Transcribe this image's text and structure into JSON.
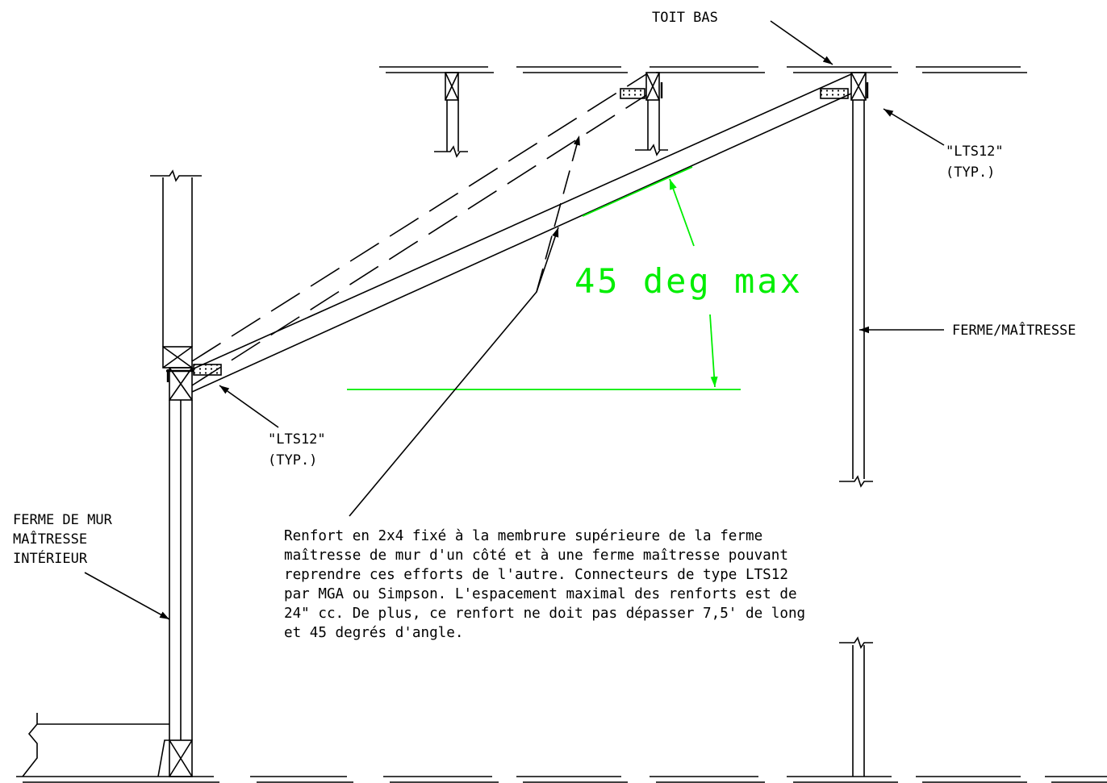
{
  "labels": {
    "toit_bas": "TOIT BAS",
    "lts_top_line1": "\"LTS12\"",
    "lts_top_line2": "(TYP.)",
    "lts_left_line1": "\"LTS12\"",
    "lts_left_line2": "(TYP.)",
    "ferme_maitresse": "FERME/MAÎTRESSE",
    "ferme_mur_line1": "FERME DE MUR",
    "ferme_mur_line2": "MAÎTRESSE",
    "ferme_mur_line3": "INTÉRIEUR",
    "angle": "45 deg max"
  },
  "note": [
    "Renfort en 2x4 fixé à la membrure supérieure de la ferme",
    "maîtresse de mur d'un côté et à une ferme maîtresse pouvant",
    "reprendre ces efforts de l'autre. Connecteurs de type LTS12",
    "par MGA ou Simpson. L'espacement maximal des renforts est de",
    "24\" cc. De plus, ce renfort ne doit pas dépasser 7,5' de long",
    "et 45 degrés d'angle."
  ],
  "colors": {
    "line": "#000000",
    "angle_annotation": "#00ee00",
    "background": "#ffffff"
  }
}
